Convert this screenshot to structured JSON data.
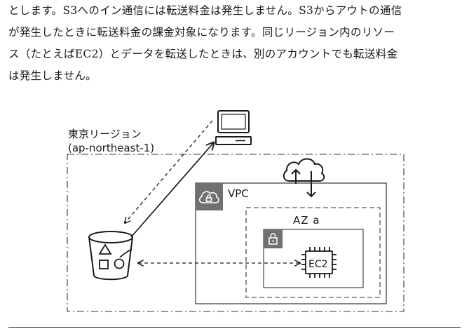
{
  "paragraph": {
    "lines": [
      "とします。S3へのイン通信には転送料金は発生しません。S3からアウトの通信",
      "が発生したときに転送料金の課金対象になります。同じリージョン内のリソー",
      "ス（たとえばEC2）とデータを転送したときは、別のアカウントでも転送料金",
      "は発生しません。"
    ]
  },
  "diagram": {
    "region_name": "東京リージョン",
    "region_code": "(ap-northeast-1)",
    "vpc_label": "VPC",
    "az_label": "AZ a",
    "ec2_label": "EC2",
    "icons": {
      "computer": "desktop-computer-icon",
      "internet": "cloud-internet-icon",
      "vpc": "vpc-cloud-lock-icon",
      "subnet": "padlock-icon",
      "ec2": "chip-icon",
      "s3": "s3-bucket-icon"
    }
  }
}
